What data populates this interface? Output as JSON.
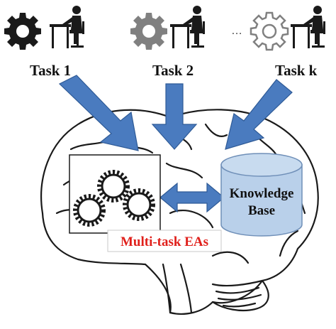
{
  "tasks": [
    {
      "label": "Task 1",
      "gear_style": "solid-dark"
    },
    {
      "label": "Task 2",
      "gear_style": "solid-gray"
    },
    {
      "label": "Task k",
      "gear_style": "outline-gray"
    }
  ],
  "ellipsis": "…",
  "knowledge_base": {
    "line1": "Knowledge",
    "line2": "Base"
  },
  "ea_label": "Multi-task EAs",
  "colors": {
    "arrow": "#4a7bbf",
    "arrow_stroke": "#2e5a96",
    "cylinder_fill": "#b9d0ea",
    "cylinder_stroke": "#6f8fb8",
    "ea_label": "#e0201b",
    "brain_line": "#1a1a1a",
    "gear_dark": "#1a1a1a",
    "gear_gray": "#808080"
  },
  "icons": [
    "gear-icon",
    "person-at-desk-icon",
    "gears-cluster-icon",
    "database-cylinder-icon",
    "brain-outline"
  ]
}
